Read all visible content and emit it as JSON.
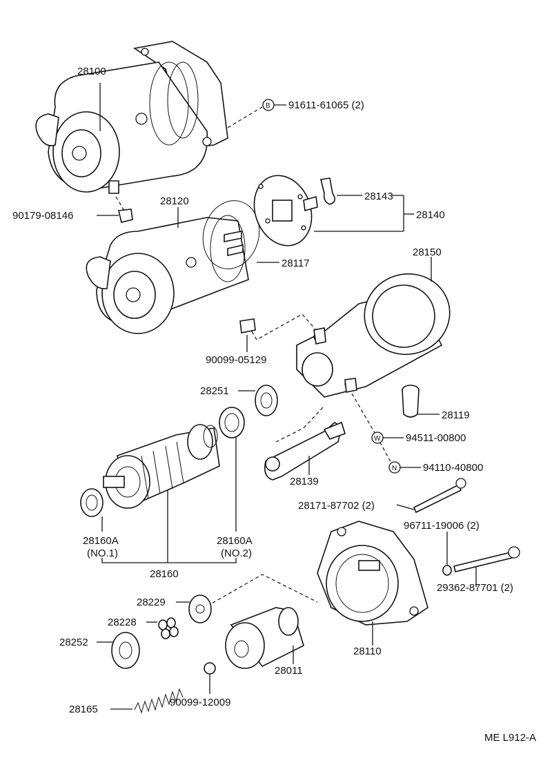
{
  "diagram": {
    "parts": {
      "p28100": "28100",
      "p91611": "91611-61065 (2)",
      "p90179": "90179-08146",
      "p28120": "28120",
      "p28143": "28143",
      "p28140": "28140",
      "p28117": "28117",
      "p28150": "28150",
      "p90099a": "90099-05129",
      "p28251": "28251",
      "p28119": "28119",
      "p94511": "94511-00800",
      "p94110": "94110-40800",
      "p28139": "28139",
      "p28171": "28171-87702 (2)",
      "p96711": "96711-19006 (2)",
      "p29362": "29362-87701 (2)",
      "p28160a1": "28160A",
      "p28160a1n": "(NO.1)",
      "p28160a2": "28160A",
      "p28160a2n": "(NO.2)",
      "p28160": "28160",
      "p28229": "28229",
      "p28228": "28228",
      "p28252": "28252",
      "p28011": "28011",
      "p28110": "28110",
      "p28165": "28165",
      "p90099b": "90099-12009"
    },
    "badges": {
      "b": "B",
      "w": "W",
      "n": "N"
    },
    "ref_code": "ME  L912-A"
  }
}
